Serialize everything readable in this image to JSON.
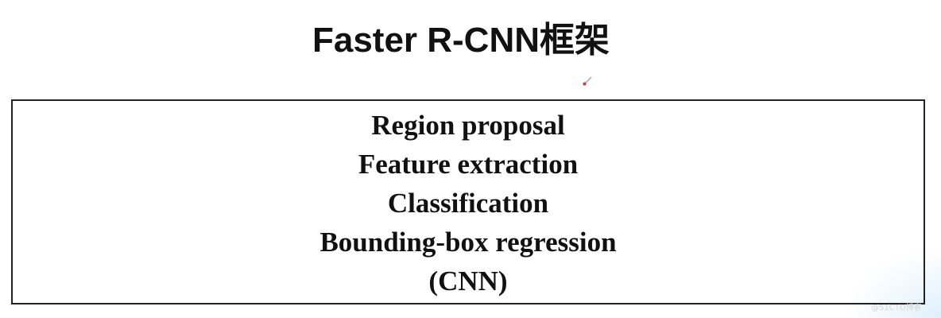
{
  "slide": {
    "title": "Faster R-CNN框架",
    "box_lines": [
      "Region proposal",
      "Feature extraction",
      "Classification",
      "Bounding-box regression",
      "(CNN)"
    ],
    "watermark": "@51CTO博客"
  }
}
